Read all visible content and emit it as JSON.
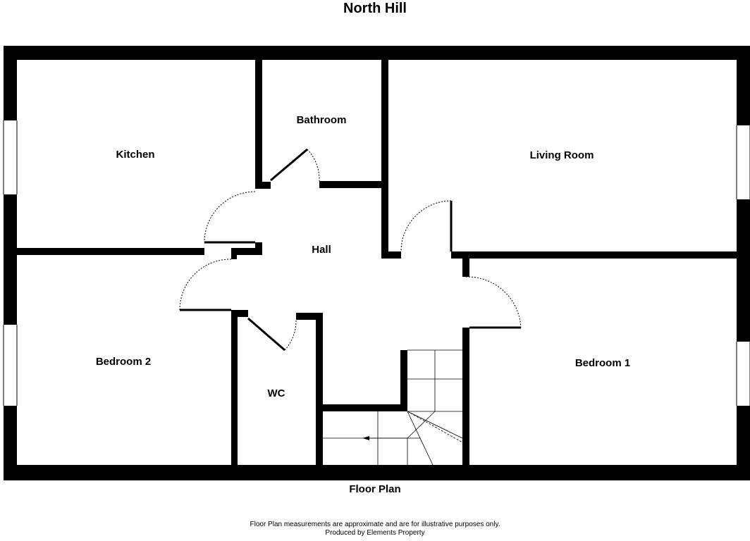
{
  "title": "North Hill",
  "plan_label": "Floor Plan",
  "disclaimer": {
    "line1": "Floor Plan measurements are approximate and are for illustrative purposes only.",
    "line2": "Produced by Elements Property"
  },
  "rooms": {
    "kitchen": "Kitchen",
    "bathroom": "Bathroom",
    "living_room": "Living Room",
    "hall": "Hall",
    "bedroom_2": "Bedroom 2",
    "bedroom_1": "Bedroom 1",
    "wc": "WC"
  },
  "colors": {
    "wall": "#000000",
    "background": "#ffffff"
  }
}
